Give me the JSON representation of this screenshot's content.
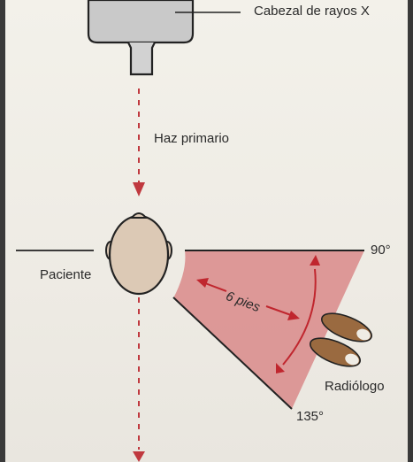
{
  "labels": {
    "tube_head": "Cabezal de rayos X",
    "primary_beam": "Haz primario",
    "patient": "Paciente",
    "distance": "6 pies",
    "operator": "Radiólogo",
    "angle_90": "90°",
    "angle_135": "135°"
  },
  "colors": {
    "page": "#efece5",
    "tube_head": "#c9c9c9",
    "beam_arrow": "#c0393f",
    "safe_zone": "#d98a8a",
    "head": "#dcc9b5",
    "outline": "#222222",
    "footprint": "#9a6a40"
  },
  "icons": [
    "tube-head-icon",
    "head-icon",
    "footprint-icon"
  ]
}
